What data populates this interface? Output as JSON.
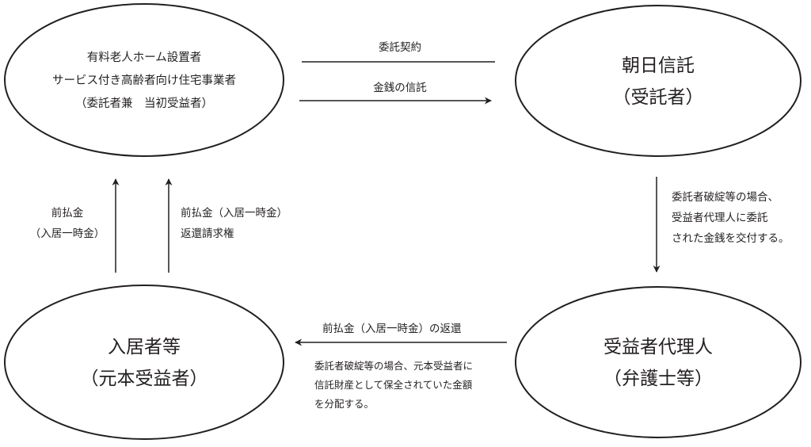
{
  "settlor": {
    "line1": "有料老人ホーム設置者",
    "line2": "サービス付き高齢者向け住宅事業者",
    "line3": "（委託者兼　当初受益者）"
  },
  "trustee": {
    "line1": "朝日信託",
    "line2": "（受託者）"
  },
  "residents": {
    "line1": "入居者等",
    "line2": "（元本受益者）"
  },
  "agent": {
    "line1": "受益者代理人",
    "line2": "（弁護士等）"
  },
  "arrows": {
    "contract": "委託契約",
    "money_trust": "金銭の信託",
    "down_line1": "委託者破綻等の場合、",
    "down_line2": "受益者代理人に委託",
    "down_line3": "された金銭を交付する。",
    "return_label": "前払金（入居一時金）の返還",
    "return_note1": "委託者破綻等の場合、元本受益者に",
    "return_note2": "信託財産として保全されていた金額",
    "return_note3": "を分配する。",
    "prepay_line1": "前払金",
    "prepay_line2": "（入居一時金）",
    "claim_line1": "前払金（入居一時金）",
    "claim_line2": "返還請求権"
  }
}
